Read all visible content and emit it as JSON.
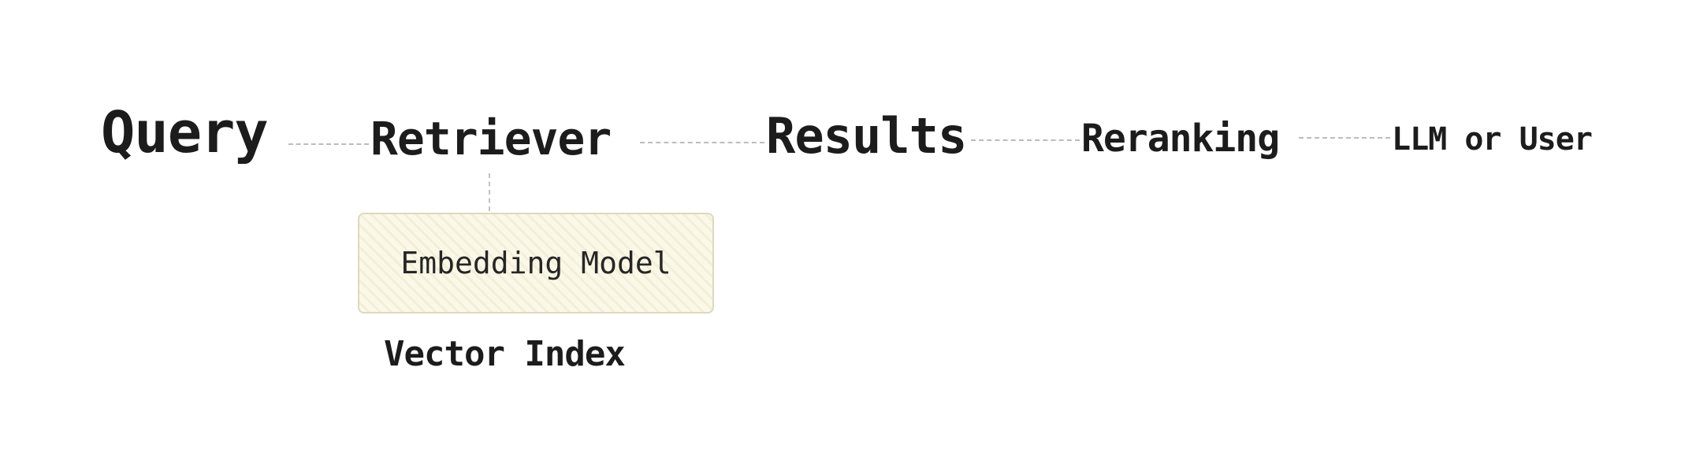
{
  "diagram": {
    "flow_nodes": [
      {
        "id": "query",
        "label": "Query"
      },
      {
        "id": "retriever",
        "label": "Retriever"
      },
      {
        "id": "results",
        "label": "Results"
      },
      {
        "id": "reranking",
        "label": "Reranking"
      },
      {
        "id": "llm-or-user",
        "label": "LLM or User"
      }
    ],
    "embedding_box": {
      "label": "Embedding Model"
    },
    "vector_index": {
      "label": "Vector Index"
    },
    "colors": {
      "text": "#1c1c1c",
      "connector": "#bcbcbc",
      "box_background": "#fbf8e8",
      "box_stripe": "#f3eed8",
      "box_border": "#ddd8c0"
    }
  }
}
